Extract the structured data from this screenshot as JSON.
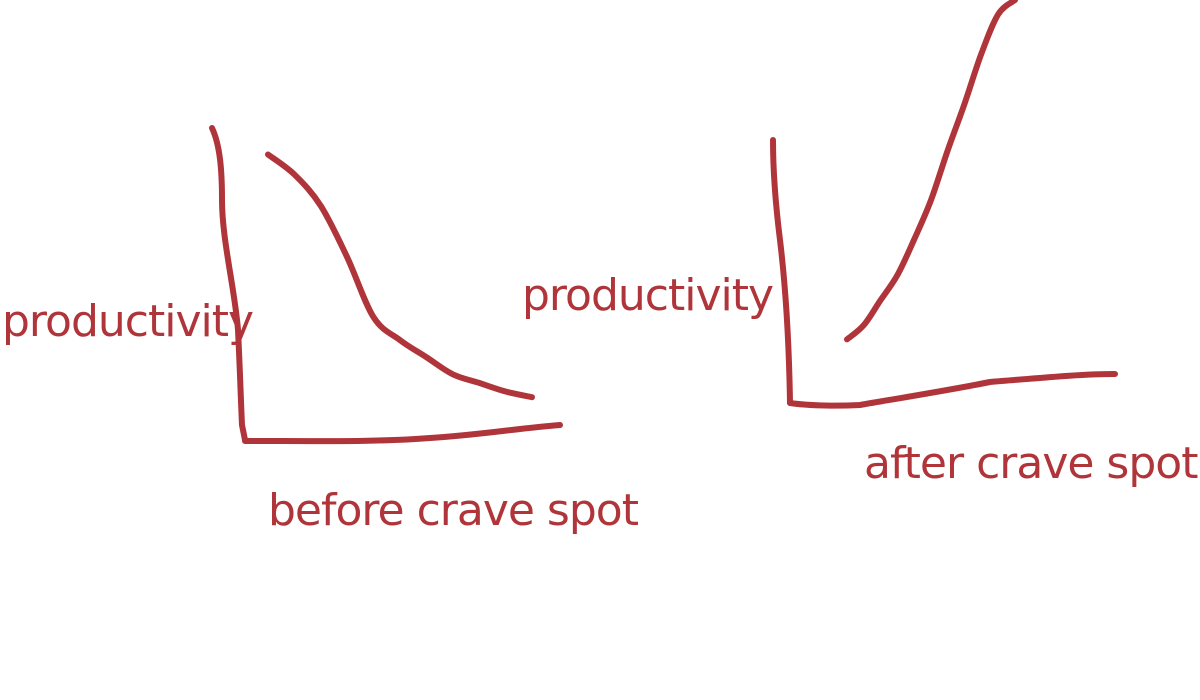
{
  "ink_color": "#B0353A",
  "background_color": "#FFFFFF",
  "chart_data": [
    {
      "type": "line",
      "title": "",
      "xlabel": "before crave spot",
      "ylabel": "productivity",
      "trend": "decreasing",
      "x": [
        0,
        1,
        2,
        3,
        4,
        5,
        6,
        7,
        8,
        9,
        10
      ],
      "y": [
        10,
        9.3,
        8.2,
        6.4,
        4.3,
        3.5,
        2.9,
        2.3,
        2.0,
        1.7,
        1.5
      ],
      "xlim": [
        0,
        10
      ],
      "ylim": [
        0,
        11
      ],
      "grid": false
    },
    {
      "type": "line",
      "title": "",
      "xlabel": "after crave spot",
      "ylabel": "productivity",
      "trend": "increasing",
      "x": [
        0,
        1,
        2,
        3,
        4,
        5,
        6,
        7,
        8,
        9,
        10
      ],
      "y": [
        1.5,
        1.9,
        2.6,
        3.3,
        4.3,
        5.4,
        6.8,
        8.1,
        9.5,
        10.6,
        11.0
      ],
      "xlim": [
        0,
        10
      ],
      "ylim": [
        0,
        11
      ],
      "grid": false
    }
  ]
}
